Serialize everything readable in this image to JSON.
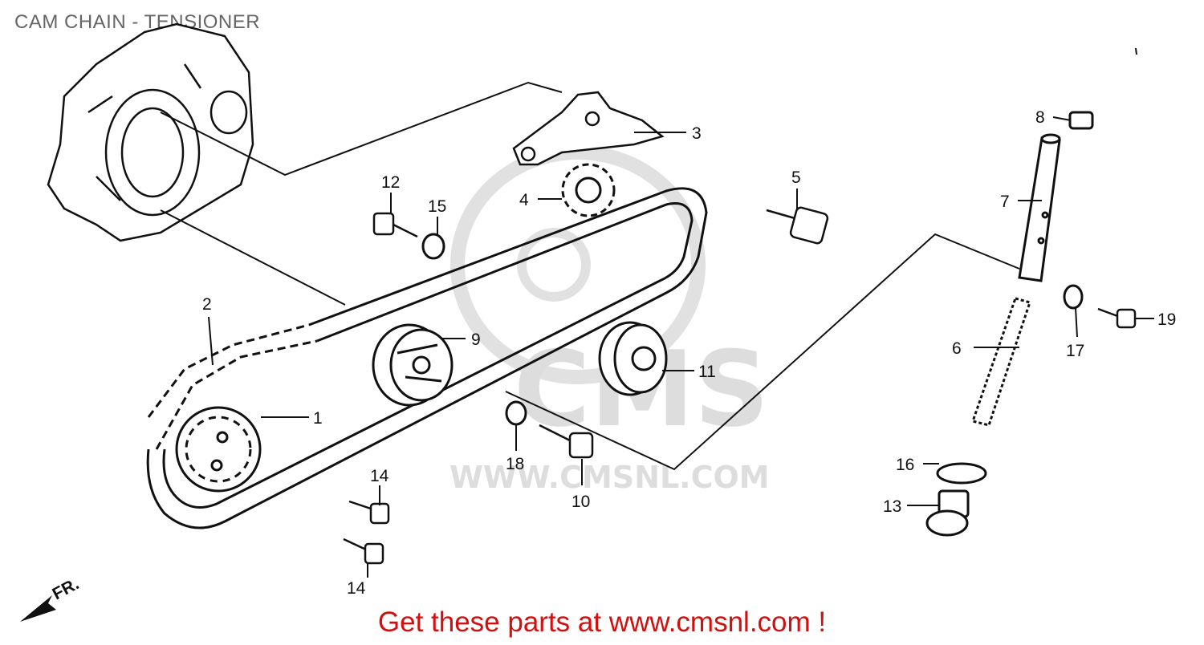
{
  "title": "CAM CHAIN - TENSIONER",
  "footer": "Get these parts at www.cmsnl.com !",
  "watermark": {
    "logo_text": "CMS",
    "url": "WWW.CMSNL.COM"
  },
  "direction_label": "FR.",
  "colors": {
    "line": "#111111",
    "footer": "#d01010",
    "title": "#666666",
    "watermark": "#d8d8d8"
  },
  "callouts": [
    {
      "id": "1",
      "part": "cam sprocket"
    },
    {
      "id": "2",
      "part": "cam chain"
    },
    {
      "id": "3",
      "part": "tensioner arm"
    },
    {
      "id": "4",
      "part": "small sprocket"
    },
    {
      "id": "5",
      "part": "bolt"
    },
    {
      "id": "6",
      "part": "spring"
    },
    {
      "id": "7",
      "part": "push rod"
    },
    {
      "id": "8",
      "part": "cap"
    },
    {
      "id": "9",
      "part": "guide roller"
    },
    {
      "id": "10",
      "part": "bolt"
    },
    {
      "id": "11",
      "part": "tensioner roller"
    },
    {
      "id": "12",
      "part": "bolt"
    },
    {
      "id": "13",
      "part": "sealing bolt"
    },
    {
      "id": "14",
      "part": "bolt"
    },
    {
      "id": "14b",
      "part": "bolt"
    },
    {
      "id": "15",
      "part": "washer"
    },
    {
      "id": "16",
      "part": "washer"
    },
    {
      "id": "17",
      "part": "washer"
    },
    {
      "id": "18",
      "part": "nut"
    },
    {
      "id": "19",
      "part": "bolt"
    }
  ],
  "labels": {
    "c1": "1",
    "c2": "2",
    "c3": "3",
    "c4": "4",
    "c5": "5",
    "c6": "6",
    "c7": "7",
    "c8": "8",
    "c9": "9",
    "c10": "10",
    "c11": "11",
    "c12": "12",
    "c13": "13",
    "c14a": "14",
    "c14b": "14",
    "c15": "15",
    "c16": "16",
    "c17": "17",
    "c18": "18",
    "c19": "19"
  }
}
